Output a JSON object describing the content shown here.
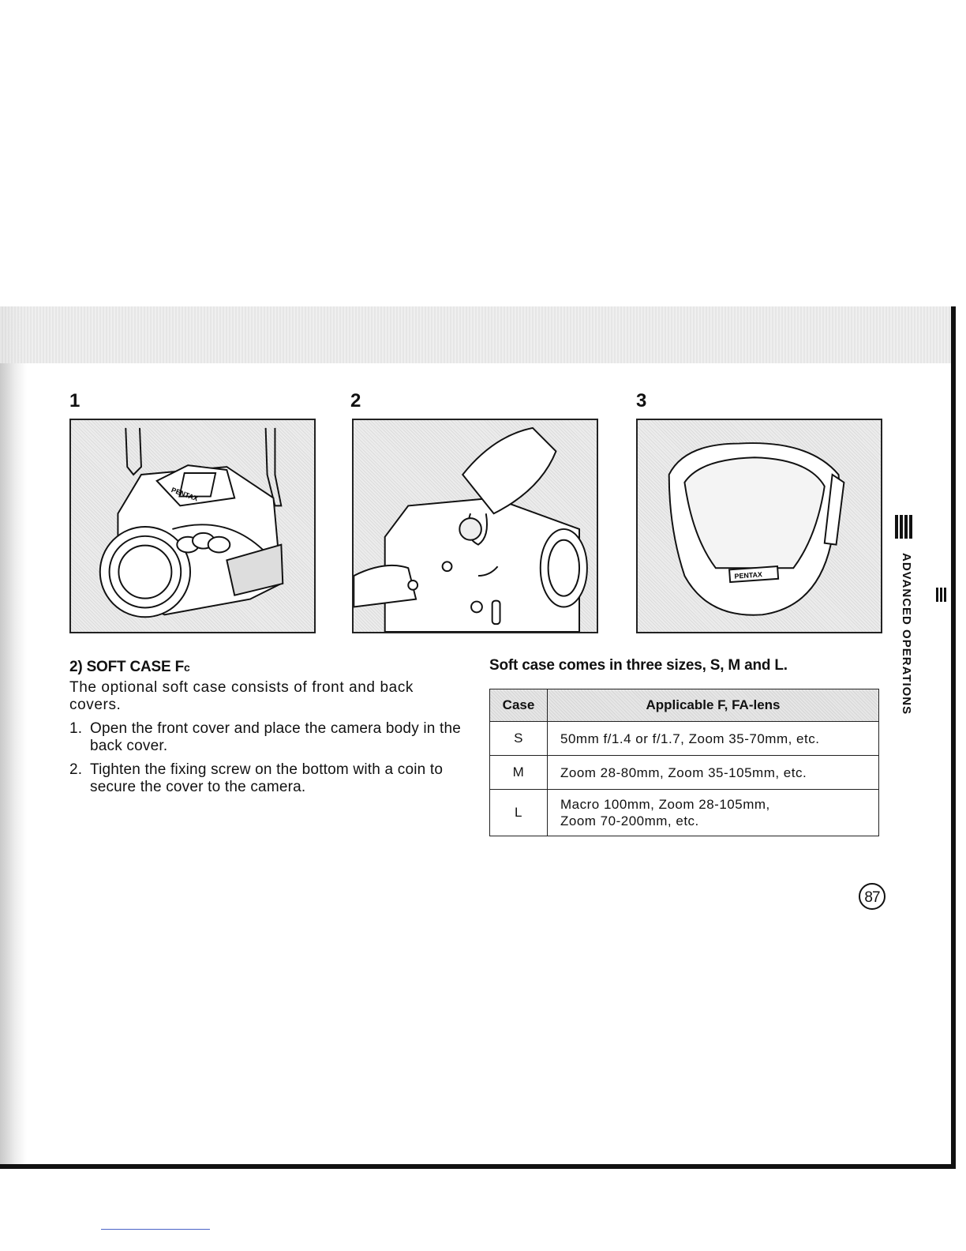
{
  "figures": [
    {
      "number": "1",
      "logo": "PENTAX"
    },
    {
      "number": "2"
    },
    {
      "number": "3",
      "logo": "PENTAX"
    }
  ],
  "section": {
    "title": "2) SOFT CASE F",
    "title_sub": "c",
    "intro": "The optional soft case consists of front and back covers.",
    "steps": [
      {
        "num": "1.",
        "text": "Open the front cover and place the camera body in the back cover."
      },
      {
        "num": "2.",
        "text": "Tighten the fixing screw on the bottom with a coin to secure the cover to the camera."
      }
    ]
  },
  "table": {
    "heading": "Soft case comes in three sizes, S, M and L.",
    "columns": [
      "Case",
      "Applicable F, FA-lens"
    ],
    "rows": [
      {
        "case": "S",
        "lens": [
          "50mm f/1.4 or f/1.7, Zoom 35-70mm, etc."
        ]
      },
      {
        "case": "M",
        "lens": [
          "Zoom 28-80mm, Zoom 35-105mm, etc."
        ]
      },
      {
        "case": "L",
        "lens": [
          "Macro 100mm, Zoom 28-105mm,",
          "Zoom 70-200mm, etc."
        ]
      }
    ]
  },
  "side_tab": {
    "label": "ADVANCED OPERATIONS"
  },
  "page_number": "87"
}
